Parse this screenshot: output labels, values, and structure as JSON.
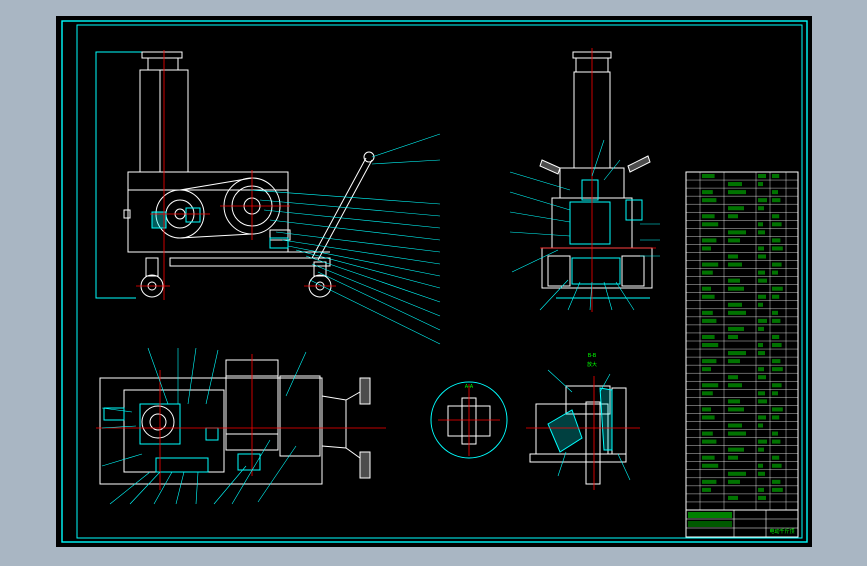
{
  "drawing": {
    "background_color": "#000000",
    "frame_color": "#00ffff",
    "centerline_color": "#ff0000",
    "part_color": "#ffffff",
    "leader_color": "#00ffff",
    "text_color": "#00ff00",
    "hatch_color": "#00ffff"
  },
  "section_labels": {
    "circle_view": "A-A",
    "section_view": "B-B",
    "section_view_sub": "放大"
  },
  "title_block": {
    "drawing_name": "电动千斤顶"
  }
}
